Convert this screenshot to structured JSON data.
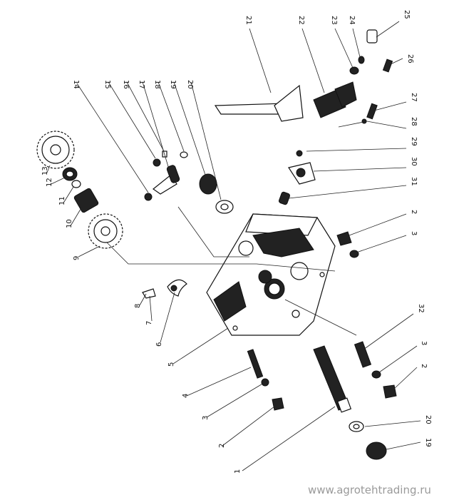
{
  "diagram": {
    "callouts": [
      "1",
      "2",
      "3",
      "4",
      "5",
      "6",
      "7",
      "8",
      "9",
      "10",
      "11",
      "12",
      "13",
      "14",
      "15",
      "16",
      "17",
      "18",
      "19",
      "20",
      "21",
      "22",
      "23",
      "24",
      "25",
      "26",
      "27",
      "28",
      "29",
      "30",
      "31",
      "32",
      "2",
      "3",
      "2",
      "3",
      "19",
      "20"
    ]
  },
  "watermark": "www.agrotehtrading.ru"
}
